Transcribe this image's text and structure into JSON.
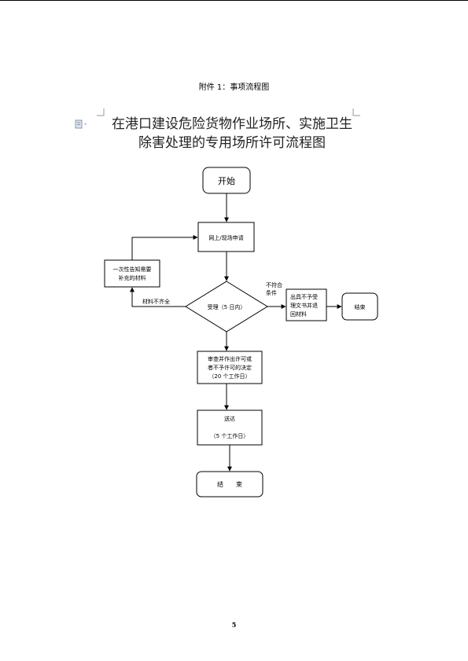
{
  "header": {
    "caption": "附件 1：事项流程图"
  },
  "title": {
    "line1": "在港口建设危险货物作业场所、实施卫生",
    "line2": "除害处理的专用场所许可流程图"
  },
  "flowchart": {
    "start": "开始",
    "apply": "网上/现场申请",
    "notify_line1": "一次性告知需要",
    "notify_line2": "补充的材料",
    "incomplete_label": "材料不齐全",
    "accept": "受理（5 日内）",
    "notqualified_line1": "不符合",
    "notqualified_line2": "条件",
    "reject_line1": "出具不予受",
    "reject_line2": "理文书并退",
    "reject_line3": "回材料",
    "end_reject": "结束",
    "review_line1": "审查并作出许可或",
    "review_line2": "者不予许可的决定",
    "review_line3": "（20 个工作日）",
    "deliver_line1": "送达",
    "deliver_line2": "（5 个工作日）",
    "end_final": "结　　束"
  },
  "footer": {
    "page_number": "5"
  },
  "icons": [
    "document-icon"
  ]
}
